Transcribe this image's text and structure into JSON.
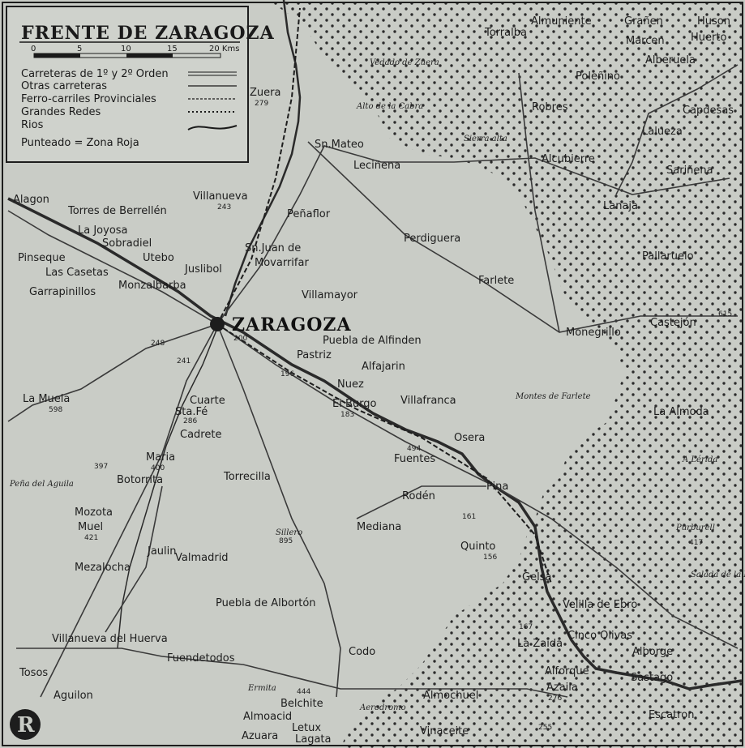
{
  "legend": {
    "title": "FRENTE DE ZARAGOZA",
    "scale_ticks": [
      "0",
      "5",
      "10",
      "15",
      "20 Kms"
    ],
    "items": [
      {
        "label": "Carreteras de 1º y 2º Orden"
      },
      {
        "label": "Otras carreteras"
      },
      {
        "label": "Ferro-carriles Provinciales"
      },
      {
        "label": "Grandes Redes"
      },
      {
        "label": "Rios"
      },
      {
        "label": "Punteado = Zona Roja"
      }
    ]
  },
  "places": {
    "zaragoza": "ZARAGOZA",
    "zaragoza_alt": "200",
    "zuera": "Zuera",
    "zuera_alt": "279",
    "torralba": "Torralba",
    "almuniente": "Almuniente",
    "granen": "Grañen",
    "huson": "Huson",
    "marcen": "Marcen",
    "huerto": "Huerto",
    "alberuela": "Alberuela",
    "poleñino": "Poleñino",
    "robres": "Robres",
    "capdesas": "Capdesas",
    "lalueza": "Lalueza",
    "sarinena": "Sariñena",
    "alcubierre": "Alcubierre",
    "lanaja": "Lanaja",
    "pallaruelo": "Pallaruelo",
    "sn_mateo": "Sn.Mateo",
    "lecinena": "Leciñena",
    "alagon": "Alagon",
    "torres": "Torres de Berrellén",
    "villanueva": "Villanueva",
    "villanueva_alt": "243",
    "penaflor": "Peñaflor",
    "la_joyosa": "La Joyosa",
    "sobradiel": "Sobradiel",
    "perdiguera": "Perdiguera",
    "pinseque": "Pinseque",
    "utebo": "Utebo",
    "sn_juan_1": "Sn.Juan de",
    "sn_juan_2": "Movarrifar",
    "las_casetas": "Las Casetas",
    "juslibol": "Juslibol",
    "monzalbarba": "Monzalbarba",
    "farlete": "Farlete",
    "garrapinillos": "Garrapinillos",
    "villamayor": "Villamayor",
    "monegrillo": "Monegrillo",
    "castejon": "Castejón",
    "castejon_alt": "615",
    "puebla_alfinden": "Puebla de Alfinden",
    "pastriz": "Pastriz",
    "alfajarin": "Alfajarin",
    "alt_248": "248",
    "alt_241": "241",
    "alt_196": "196",
    "nuez": "Nuez",
    "la_muela": "La Muela",
    "la_muela_alt": "598",
    "cuarte": "Cuarte",
    "sta_fe": "Sta.Fé",
    "sta_fe_alt": "286",
    "el_burgo": "El Burgo",
    "el_burgo_alt": "183",
    "villafranca": "Villafranca",
    "montes_farlete": "Montes de Farlete",
    "la_almoda": "La Almoda",
    "cadrete": "Cadrete",
    "osera": "Osera",
    "maria": "Maria",
    "maria_alt": "400",
    "alt_397": "397",
    "fuentes": "Fuentes",
    "fuentes_alt": "494",
    "a_lerida": "A Lérida",
    "pena_aguila": "Peña del Aguila",
    "botorrita": "Botorrita",
    "torrecilla": "Torrecilla",
    "pina": "Pina",
    "roden": "Rodén",
    "mozota": "Mozota",
    "muel": "Muel",
    "muel_alt": "421",
    "sillero": "Sillero",
    "sillero_alt": "895",
    "mediana": "Mediana",
    "alt_161": "161",
    "purburell": "Purburell",
    "purburell_alt": "417",
    "jaulin": "Jaulin",
    "valmadrid": "Valmadrid",
    "quinto": "Quinto",
    "quinto_alt": "156",
    "mezalocha": "Mezalocha",
    "gelsa": "Gelsa",
    "salada": "Salada de la Muerte",
    "puebla_alborton": "Puebla de Albortón",
    "velilla": "Velilla de Ebro",
    "alt_167": "167",
    "villanueva_huerva": "Villanueva del Huerva",
    "cinco_olivas": "Cinco Olivas",
    "la_zaida": "La Zaida",
    "alborge": "Alborge",
    "fuendetodos": "Fuendetodos",
    "codo": "Codo",
    "alforque": "Alforque",
    "sastago": "Sastago",
    "tosos": "Tosos",
    "aguilon": "Aguilon",
    "ermita": "Ermita",
    "belchite": "Belchite",
    "belchite_alt": "444",
    "almochuel": "Almochuel",
    "azaila": "Azaila",
    "azaila_alt": "276",
    "aerodromo": "Aerodromo",
    "almoacid": "Almoacid",
    "letux": "Letux",
    "lagata": "Lagata",
    "azuara": "Azuara",
    "vinaceite": "Vinaceite",
    "alt_255": "255",
    "escatron": "Escatron",
    "vedado_zuera": "Vedado de Zuera",
    "alto_cabra": "Alto de la Cabra",
    "sierra_alta": "Sierra alta"
  },
  "colors": {
    "paper": "#c9ccc6",
    "ink": "#1d1d1d",
    "river": "#2a2a2a"
  },
  "publisher_logo": "R"
}
